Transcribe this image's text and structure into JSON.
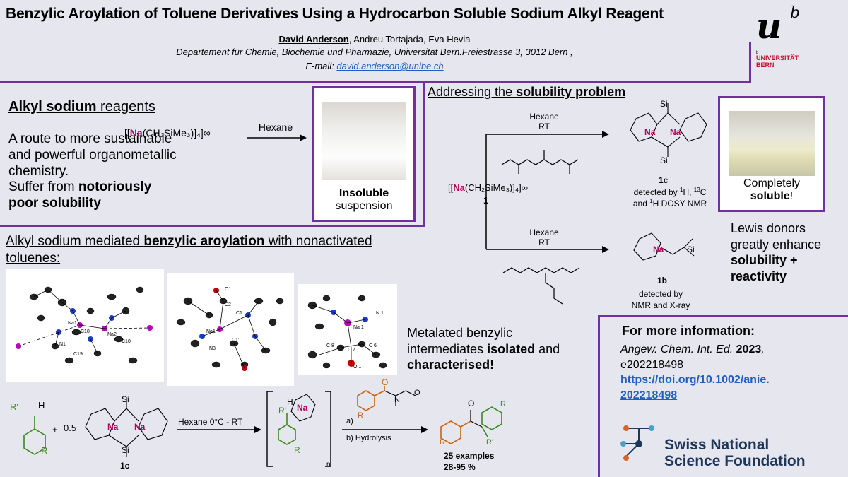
{
  "header": {
    "title": "Benzylic Aroylation of Toluene Derivatives Using a Hydrocarbon Soluble Sodium Alkyl Reagent",
    "author_lead": "David Anderson",
    "authors_rest": ", Andreu Tortajada, Eva Hevia",
    "affiliation": "Departement für Chemie, Biochemie und Pharmazie, Universität Bern.Freiestrasse 3, 3012 Bern ,",
    "email_label": "E-mail: ",
    "email": "david.anderson@unibe.ch"
  },
  "logo": {
    "u": "u",
    "b": "b",
    "tiny": "b",
    "line1": "UNIVERSITÄT",
    "line2": "BERN"
  },
  "section1": {
    "heading_bold": "Alkyl sodium",
    "heading_rest": " reagents",
    "text1": "A route to more sustainable and powerful organometallic chemistry.",
    "text2_a": "Suffer from ",
    "text2_b": "notoriously poor solubility",
    "reagent_pre": "[[",
    "reagent_na": "Na",
    "reagent_post": "(CH₂SiMe₃)]₄]∞",
    "arrow_label": "Hexane",
    "caption_bold": "Insoluble",
    "caption_rest": "suspension"
  },
  "section2": {
    "heading_pre": "Addressing the ",
    "heading_bold": "solubility problem",
    "arrow1_l1": "Hexane",
    "arrow1_l2": "RT",
    "arrow2_l1": "Hexane",
    "arrow2_l2": "RT",
    "reagent_pre": "[[",
    "reagent_na": "Na",
    "reagent_post": "(CH₂SiMe₃)]₄]∞",
    "reagent_num": "1",
    "p1_label": "1c",
    "p1_note_a": "detected by ",
    "p1_note_b": "H, ",
    "p1_note_c": "C",
    "p1_note_d": "and ",
    "p1_note_e": "H DOSY NMR",
    "sup1": "1",
    "sup13": "13",
    "p2_label": "1b",
    "p2_note1": "detected by",
    "p2_note2": "NMR and X-ray",
    "caption_l1": "Completely",
    "caption_bold": "soluble",
    "caption_end": "!",
    "lewis_a": "Lewis donors greatly enhance ",
    "lewis_b": "solubility + reactivity",
    "atoms": {
      "si": "Si",
      "na": "Na",
      "n": "N"
    }
  },
  "section3": {
    "heading_a": "Alkyl sodium mediated ",
    "heading_b": "benzylic aroylation",
    "heading_c": " with nonactivated toluenes:",
    "meta_a": "Metalated benzylic intermediates ",
    "meta_b": "isolated",
    "meta_c": " and ",
    "meta_d": "characterised!",
    "xray_labels": {
      "na1": "Na1",
      "na2": "Na2",
      "n1": "N1",
      "c18": "C18",
      "c19": "C19",
      "c10": "C10",
      "o1": "O1",
      "c2": "C2",
      "c1": "C1",
      "c1p": "C1'",
      "n3": "N3",
      "na1b": "Na1",
      "na1c": "Na 1",
      "n1c": "N 1",
      "c8": "C 8",
      "c7": "C 7",
      "c6": "C 6",
      "o1c": "O 1"
    },
    "scheme": {
      "r_prime": "R'",
      "h": "H",
      "r": "R",
      "plus": "+",
      "coeff": "0.5",
      "reagent_label": "1c",
      "arrow_label": "Hexane 0°C - RT",
      "step_a": "a)",
      "step_b": "b) Hydrolysis",
      "sub_n": "n",
      "o": "O",
      "examples": "25 examples",
      "yield": "28-95 %"
    }
  },
  "info": {
    "title": "For more information:",
    "journal": "Angew. Chem. Int. Ed.",
    "year": "2023",
    "comma": ",",
    "article": "e202218498",
    "doi1": "https://doi.org/10.1002/anie.",
    "doi2": "202218498"
  },
  "snsf": {
    "line1": "Swiss National",
    "line2": "Science Foundation"
  },
  "colors": {
    "accent": "#7030a0",
    "sodium": "#b0005a",
    "link": "#1f5fbf",
    "substrate": "#3a8a1e",
    "reagent_orange": "#c86410",
    "snsf_navy": "#1e3658"
  }
}
